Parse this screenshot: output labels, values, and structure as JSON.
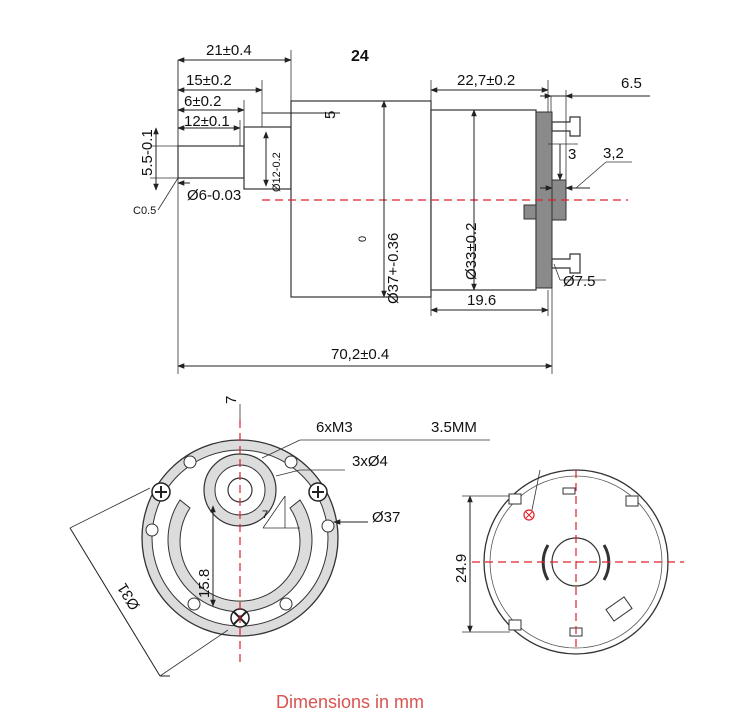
{
  "colors": {
    "line": "#222222",
    "centerline": "#e0202a",
    "caption": "#d9534f",
    "shade": "#8a8a8a",
    "flange": "#dcdcdc"
  },
  "side_view": {
    "dims": {
      "d21": "21±0.4",
      "d24": "24",
      "d15": "15±0.2",
      "d22_7": "22,7±0.2",
      "d6_5": "6.5",
      "d6": "6±0.2",
      "d5": "5",
      "d12": "12±0.1",
      "d3": "3",
      "d3_2": "3,2",
      "d5_5": "5.5-0.1",
      "c05": "C0.5",
      "phi6": "Ø6-0.03",
      "phi12": "Ø12-0.2",
      "phi37_sup": "0",
      "phi37": "Ø37+-0.36",
      "phi33": "Ø33±0.2",
      "phi7_5": "Ø7.5",
      "d19_6": "19.6",
      "d70_2": "70,2±0.4"
    }
  },
  "front_view": {
    "dims": {
      "d7": "7",
      "m3": "6xM3",
      "mm35": "3.5MM",
      "phi4": "3xØ4",
      "phi37": "Ø37",
      "d15_8": "15.8",
      "phi31": "Ø31"
    }
  },
  "rear_view": {
    "dims": {
      "d24_9": "24.9"
    }
  },
  "caption": "Dimensions in mm"
}
